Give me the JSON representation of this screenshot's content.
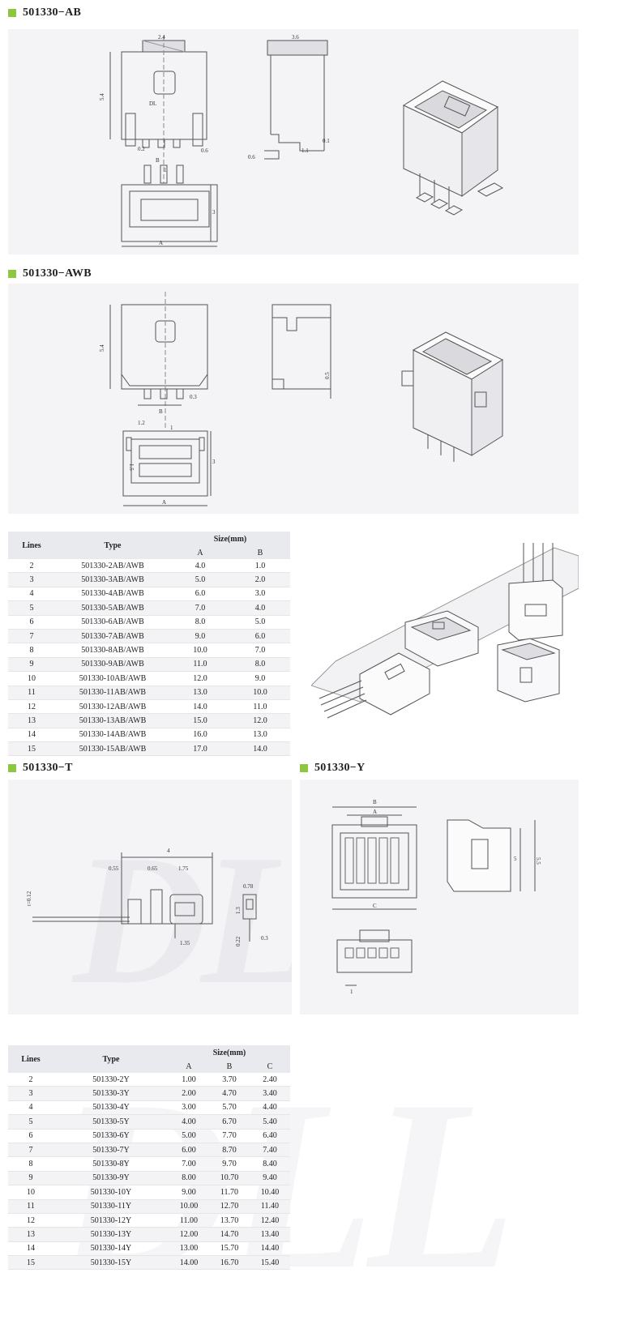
{
  "sections": {
    "ab": {
      "title": "501330−AB"
    },
    "awb": {
      "title": "501330−AWB"
    },
    "t": {
      "title": "501330−T"
    },
    "y": {
      "title": "501330−Y"
    }
  },
  "watermark": "DLL",
  "colors": {
    "accent": "#8dc63f",
    "panel": "#f4f4f6",
    "line": "#555555"
  },
  "ab_drawing": {
    "dims": {
      "top_width": "2.4",
      "side_width": "3.6",
      "height": "5.4",
      "mark": "DL",
      "foot_left": "0.2",
      "foot_right": "0.6",
      "side_foot": "0.6",
      "side_step": "1.1",
      "side_tol": "0.1",
      "b_label": "B",
      "pitch": "1",
      "depth": "3",
      "a_label": "A"
    }
  },
  "awb_drawing": {
    "dims": {
      "height": "5.4",
      "side_dim": "0.5",
      "pin_off": "0.3",
      "b_label": "B",
      "pitch_left": "1.2",
      "pitch": "1",
      "depth": "3",
      "a_label": "A",
      "side_mark": "1.5"
    }
  },
  "t_drawing": {
    "dims": {
      "total": "4",
      "d1": "0.55",
      "d2": "0.65",
      "d3": "1.75",
      "d4": "1.35",
      "thick": "t=0.12",
      "side_w": "0.78",
      "side_h": "1.3",
      "side_b": "0.22",
      "side_c": "0.3"
    }
  },
  "y_drawing": {
    "dims": {
      "b_label": "B",
      "a_label": "A",
      "c_label": "C",
      "h1": "5",
      "h2": "5.5",
      "pitch": "1"
    }
  },
  "table_ab": {
    "headers": {
      "lines": "Lines",
      "type": "Type",
      "size": "Size(mm)",
      "a": "A",
      "b": "B"
    },
    "rows": [
      [
        "2",
        "501330-2AB/AWB",
        "4.0",
        "1.0"
      ],
      [
        "3",
        "501330-3AB/AWB",
        "5.0",
        "2.0"
      ],
      [
        "4",
        "501330-4AB/AWB",
        "6.0",
        "3.0"
      ],
      [
        "5",
        "501330-5AB/AWB",
        "7.0",
        "4.0"
      ],
      [
        "6",
        "501330-6AB/AWB",
        "8.0",
        "5.0"
      ],
      [
        "7",
        "501330-7AB/AWB",
        "9.0",
        "6.0"
      ],
      [
        "8",
        "501330-8AB/AWB",
        "10.0",
        "7.0"
      ],
      [
        "9",
        "501330-9AB/AWB",
        "11.0",
        "8.0"
      ],
      [
        "10",
        "501330-10AB/AWB",
        "12.0",
        "9.0"
      ],
      [
        "11",
        "501330-11AB/AWB",
        "13.0",
        "10.0"
      ],
      [
        "12",
        "501330-12AB/AWB",
        "14.0",
        "11.0"
      ],
      [
        "13",
        "501330-13AB/AWB",
        "15.0",
        "12.0"
      ],
      [
        "14",
        "501330-14AB/AWB",
        "16.0",
        "13.0"
      ],
      [
        "15",
        "501330-15AB/AWB",
        "17.0",
        "14.0"
      ]
    ]
  },
  "table_y": {
    "headers": {
      "lines": "Lines",
      "type": "Type",
      "size": "Size(mm)",
      "a": "A",
      "b": "B",
      "c": "C"
    },
    "rows": [
      [
        "2",
        "501330-2Y",
        "1.00",
        "3.70",
        "2.40"
      ],
      [
        "3",
        "501330-3Y",
        "2.00",
        "4.70",
        "3.40"
      ],
      [
        "4",
        "501330-4Y",
        "3.00",
        "5.70",
        "4.40"
      ],
      [
        "5",
        "501330-5Y",
        "4.00",
        "6.70",
        "5.40"
      ],
      [
        "6",
        "501330-6Y",
        "5.00",
        "7.70",
        "6.40"
      ],
      [
        "7",
        "501330-7Y",
        "6.00",
        "8.70",
        "7.40"
      ],
      [
        "8",
        "501330-8Y",
        "7.00",
        "9.70",
        "8.40"
      ],
      [
        "9",
        "501330-9Y",
        "8.00",
        "10.70",
        "9.40"
      ],
      [
        "10",
        "501330-10Y",
        "9.00",
        "11.70",
        "10.40"
      ],
      [
        "11",
        "501330-11Y",
        "10.00",
        "12.70",
        "11.40"
      ],
      [
        "12",
        "501330-12Y",
        "11.00",
        "13.70",
        "12.40"
      ],
      [
        "13",
        "501330-13Y",
        "12.00",
        "14.70",
        "13.40"
      ],
      [
        "14",
        "501330-14Y",
        "13.00",
        "15.70",
        "14.40"
      ],
      [
        "15",
        "501330-15Y",
        "14.00",
        "16.70",
        "15.40"
      ]
    ]
  }
}
